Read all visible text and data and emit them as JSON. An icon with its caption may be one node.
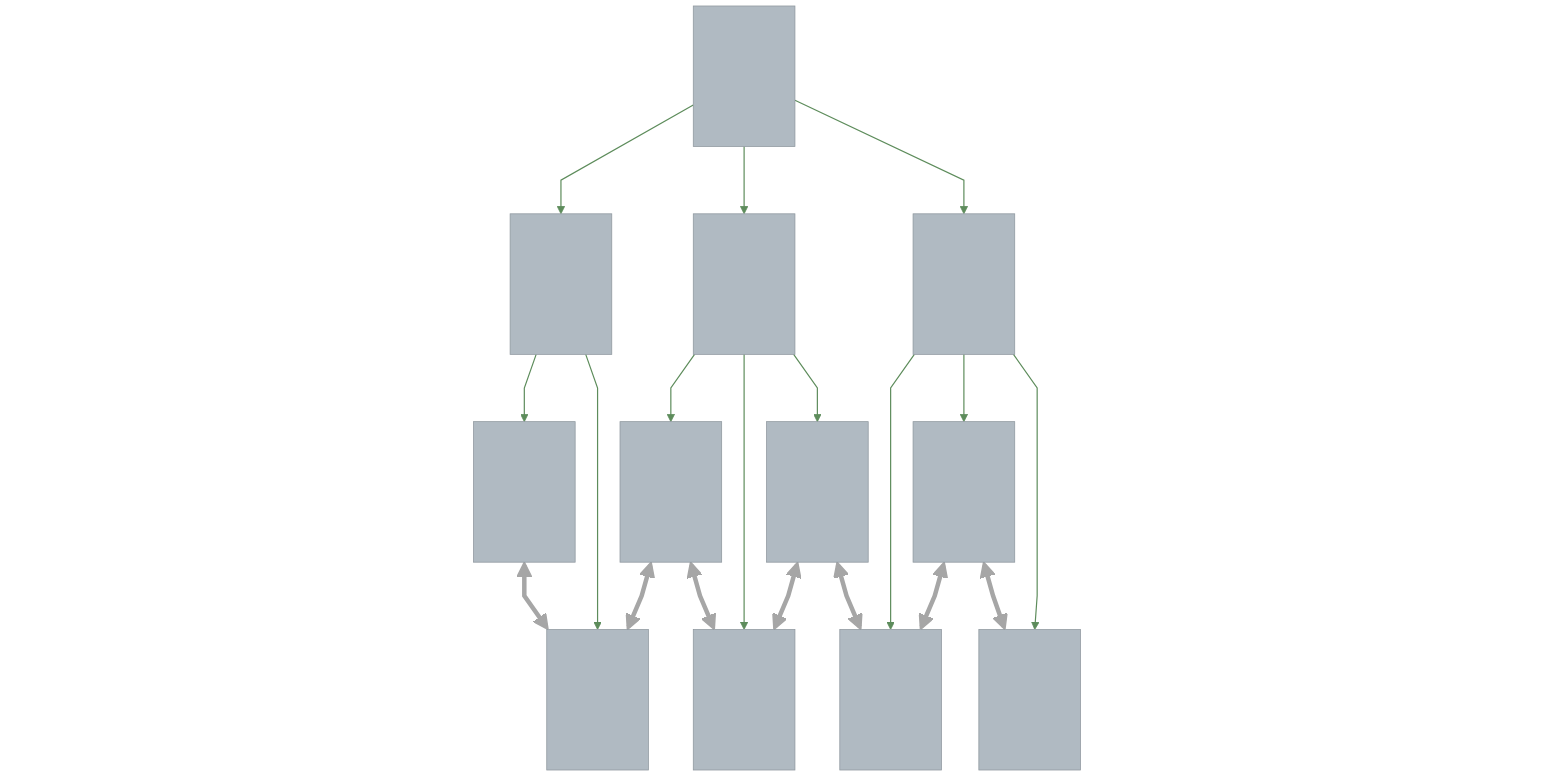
{
  "diagram": {
    "nodes": [
      {
        "text": [],
        "shape": "box"
      },
      {
        "text": [],
        "shape": "box"
      },
      {
        "text": [],
        "shape": "box"
      },
      {
        "text": [],
        "shape": "box"
      },
      {
        "text": [],
        "shape": "box"
      },
      {
        "text": [],
        "shape": "box"
      },
      {
        "text": [],
        "shape": "box"
      },
      {
        "text": [],
        "shape": "box"
      },
      {
        "text": [],
        "shape": "box"
      },
      {
        "text": [],
        "shape": "box"
      },
      {
        "text": [],
        "shape": "box"
      },
      {
        "text": [],
        "shape": "box"
      }
    ],
    "edges": [
      {
        "from": 0,
        "to": 1,
        "arrow": "to"
      },
      {
        "from": 0,
        "to": 2,
        "arrow": "to"
      },
      {
        "from": 0,
        "to": 3,
        "arrow": "to"
      },
      {
        "from": 1,
        "to": 4,
        "arrow": "to"
      },
      {
        "from": 1,
        "to": 5,
        "arrow": "to"
      },
      {
        "from": 2,
        "to": 6,
        "arrow": "to"
      },
      {
        "from": 2,
        "to": 7,
        "arrow": "to"
      },
      {
        "from": 2,
        "to": 8,
        "arrow": "to"
      },
      {
        "from": 3,
        "to": 9,
        "arrow": "to"
      },
      {
        "from": 3,
        "to": 10,
        "arrow": "to"
      },
      {
        "from": 3,
        "to": 11,
        "arrow": "to"
      },
      {
        "from": 4,
        "to": 5,
        "arrow": "both",
        "style": "thick",
        "color": "#a6a6a6"
      },
      {
        "from": 6,
        "to": 5,
        "arrow": "both",
        "style": "thick",
        "color": "#a6a6a6"
      },
      {
        "from": 6,
        "to": 7,
        "arrow": "both",
        "style": "thick",
        "color": "#a6a6a6"
      },
      {
        "from": 8,
        "to": 7,
        "arrow": "both",
        "style": "thick",
        "color": "#a6a6a6"
      },
      {
        "from": 8,
        "to": 9,
        "arrow": "both",
        "style": "thick",
        "color": "#a6a6a6"
      },
      {
        "from": 10,
        "to": 9,
        "arrow": "both",
        "style": "thick",
        "color": "#a6a6a6"
      },
      {
        "from": 10,
        "to": 11,
        "arrow": "both",
        "style": "thick",
        "color": "#a6a6a6"
      }
    ]
  }
}
